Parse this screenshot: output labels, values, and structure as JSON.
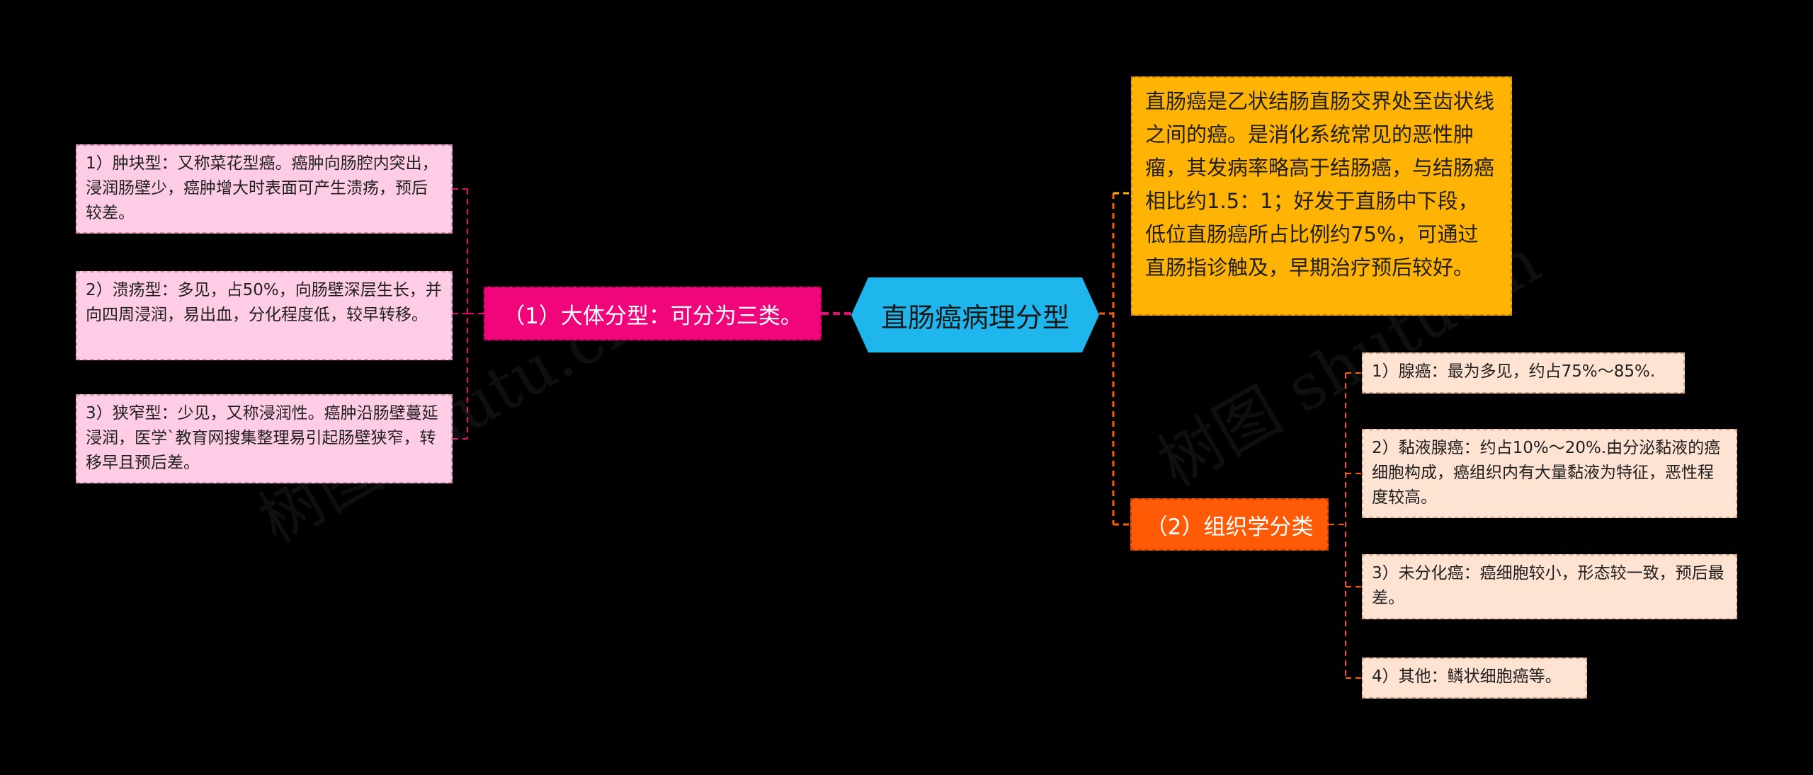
{
  "root": {
    "title": "直肠癌病理分型"
  },
  "left_branch": {
    "label": "（1）大体分型：可分为三类。",
    "items": [
      "1）肿块型：又称菜花型癌。癌肿向肠腔内突出，浸润肠壁少，癌肿增大时表面可产生溃疡，预后较差。",
      "2）溃疡型：多见，占50%，向肠壁深层生长，并向四周浸润，易出血，分化程度低，较早转移。",
      "3）狭窄型：少见，又称浸润性。癌肿沿肠壁蔓延浸润，医学`教育网搜集整理易引起肠壁狭窄，转移早且预后差。"
    ]
  },
  "description": "直肠癌是乙状结肠直肠交界处至齿状线之间的癌。是消化系统常见的恶性肿瘤，其发病率略高于结肠癌，与结肠癌相比约1.5：1；好发于直肠中下段，低位直肠癌所占比例约75%，可通过直肠指诊触及，早期治疗预后较好。",
  "right_branch": {
    "label": "（2）组织学分类",
    "items": [
      "1）腺癌：最为多见，约占75%～85%.",
      "2）黏液腺癌：约占10%～20%.由分泌黏液的癌细胞构成，癌组织内有大量黏液为特征，恶性程度较高。",
      "3）未分化癌：癌细胞较小，形态较一致，预后最差。",
      "4）其他：鳞状细胞癌等。"
    ]
  },
  "watermarks": [
    "树图 shutu.cn",
    "树图 shutu.cn"
  ],
  "colors": {
    "root": "#1FB6EE",
    "left_branch": "#F0057A",
    "left_leaf": "#FFCCE6",
    "description": "#FFB405",
    "right_branch": "#FF5A05",
    "right_leaf": "#FFE3D2"
  }
}
